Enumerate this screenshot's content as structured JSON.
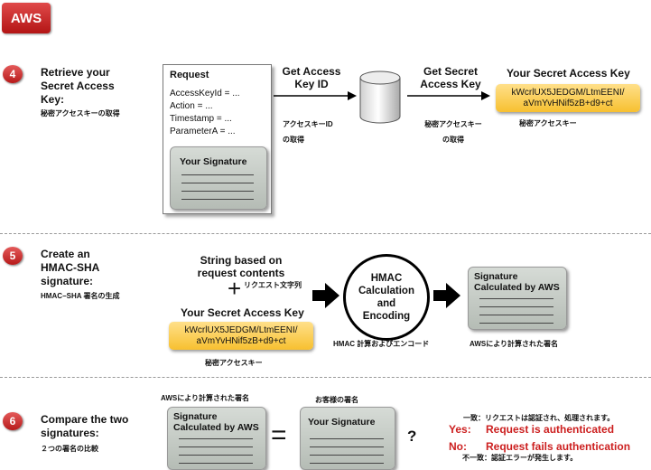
{
  "badge": "AWS",
  "steps": [
    {
      "num": "4",
      "title": "Retrieve your Secret Access Key:",
      "title_lines": [
        "Retrieve your",
        "Secret Access",
        "Key:"
      ],
      "jp": "秘密アクセスキーの取得"
    },
    {
      "num": "5",
      "title_lines": [
        "Create an",
        "HMAC-SHA",
        "signature:"
      ],
      "jp": "HMAC−SHA 署名の生成"
    },
    {
      "num": "6",
      "title_lines": [
        "Compare the two",
        "signatures:"
      ],
      "jp": "２つの署名の比較"
    }
  ],
  "request": {
    "title": "Request",
    "lines": [
      "AccessKeyId = ...",
      "Action = ...",
      "Timestamp = ...",
      "ParameterA = ..."
    ],
    "signature_label": "Your Signature"
  },
  "arrow1": {
    "label_lines": [
      "Get Access",
      "Key ID"
    ],
    "jp_lines": [
      "アクセスキーID",
      "の取得"
    ]
  },
  "arrow2": {
    "label_lines": [
      "Get Secret",
      "Access Key"
    ],
    "jp_lines": [
      "秘密アクセスキー",
      "の取得"
    ]
  },
  "secret_key": {
    "title": "Your Secret Access Key",
    "value_lines": [
      "kWcrlUX5JEDGM/LtmEENI/",
      "aVmYvHNif5zB+d9+ct"
    ],
    "jp": "秘密アクセスキー"
  },
  "step5": {
    "string_lines": [
      "String based on",
      "request contents"
    ],
    "string_jp": "リクエスト文字列",
    "plus": "+",
    "key_title": "Your Secret Access Key",
    "key_lines": [
      "kWcrlUX5JEDGM/LtmEENI/",
      "aVmYvHNif5zB+d9+ct"
    ],
    "key_jp": "秘密アクセスキー",
    "hmac_lines": [
      "HMAC",
      "Calculation",
      "and",
      "Encoding"
    ],
    "hmac_jp": "HMAC 計算およびエンコード",
    "result_lines": [
      "Signature",
      "Calculated by AWS"
    ],
    "result_jp": "AWSにより計算された署名"
  },
  "step6": {
    "left_jp": "AWSにより計算された署名",
    "left_lines": [
      "Signature",
      "Calculated by AWS"
    ],
    "equals": "=",
    "right_jp": "お客様の署名",
    "right_label": "Your Signature",
    "question": "?",
    "yes_jp": "一致：リクエストは認証され、処理されます。",
    "yes_label": "Yes:",
    "yes_text": "Request is authenticated",
    "no_label": "No:",
    "no_text": "Request fails authentication",
    "no_jp": "不一致：認証エラーが発生します。"
  }
}
